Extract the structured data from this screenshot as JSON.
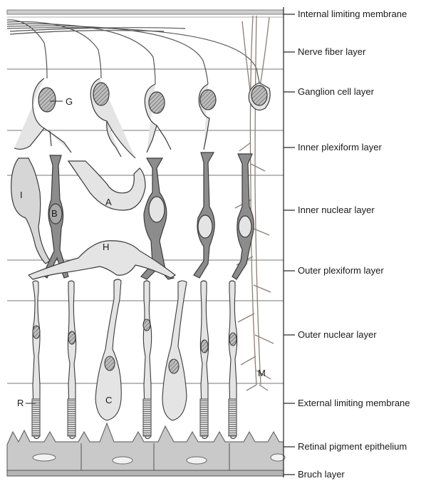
{
  "layers": [
    {
      "id": "internal-limiting-membrane",
      "label": "Internal limiting membrane"
    },
    {
      "id": "nerve-fiber-layer",
      "label": "Nerve fiber layer"
    },
    {
      "id": "ganglion-cell-layer",
      "label": "Ganglion cell layer"
    },
    {
      "id": "inner-plexiform-layer",
      "label": "Inner plexiform layer"
    },
    {
      "id": "inner-nuclear-layer",
      "label": "Inner nuclear layer"
    },
    {
      "id": "outer-plexiform-layer",
      "label": "Outer plexiform layer"
    },
    {
      "id": "outer-nuclear-layer",
      "label": "Outer nuclear layer"
    },
    {
      "id": "external-limiting-membrane",
      "label": "External limiting membrane"
    },
    {
      "id": "retinal-pigment-epithelium",
      "label": "Retinal pigment epithelium"
    },
    {
      "id": "bruch-layer",
      "label": "Bruch layer"
    }
  ],
  "cell_labels": {
    "ganglion": "G",
    "interplexiform": "I",
    "bipolar": "B",
    "amacrine": "A",
    "horizontal": "H",
    "rod": "R",
    "cone": "C",
    "muller": "M"
  },
  "colors": {
    "outline": "#3a3a3a",
    "light_cell": "#e4e4e4",
    "dark_cell": "#8c8c8c",
    "nucleus": "#a8a8a8",
    "muller_fiber": "#9a8f88",
    "rpe": "#c9c9c9",
    "rpe_nucleus": "#f2f2f2",
    "layer_line": "#777777"
  }
}
